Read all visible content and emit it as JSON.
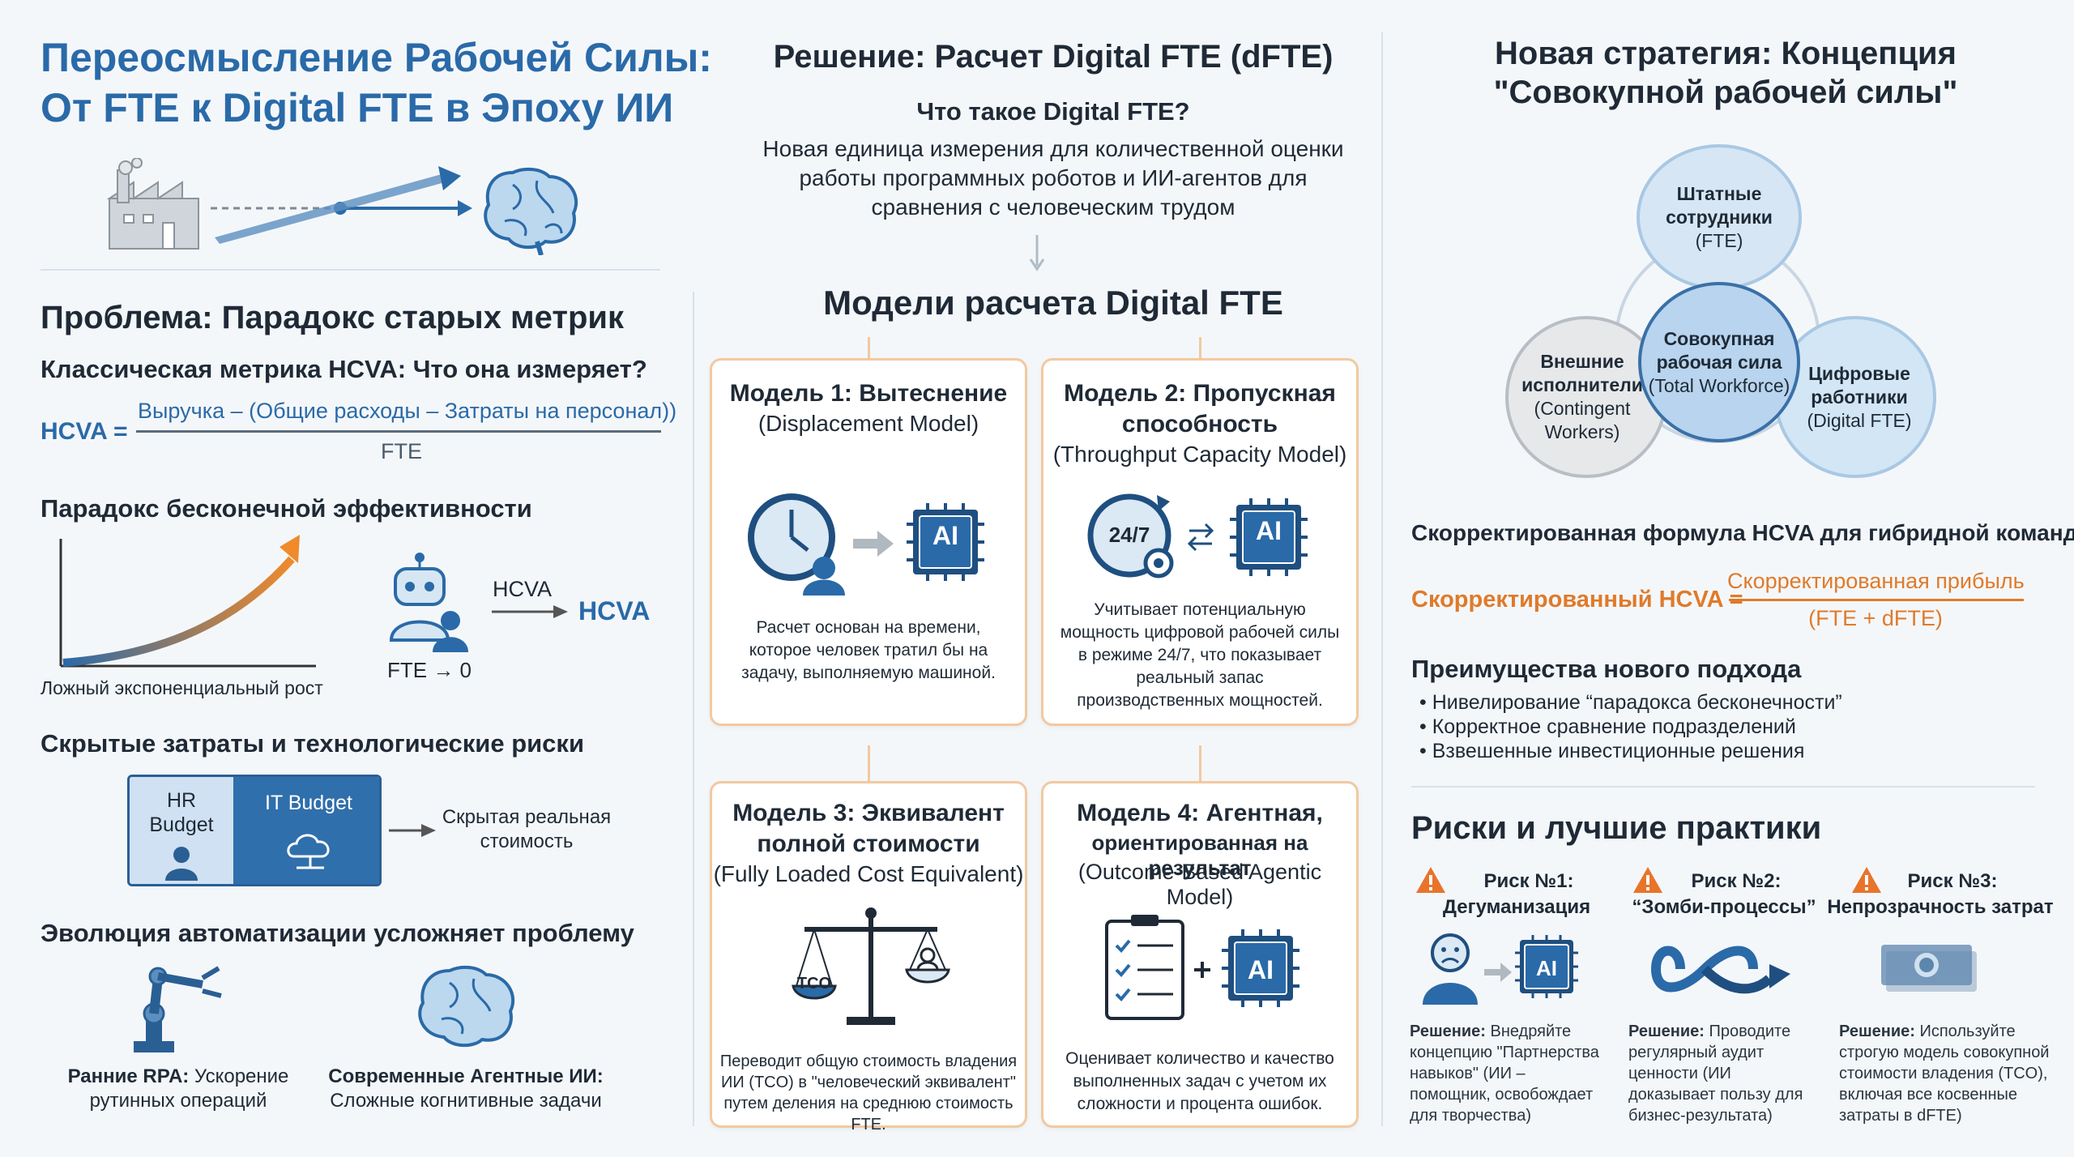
{
  "colors": {
    "accent_blue": "#2a6aa8",
    "accent_orange": "#e07a2a",
    "card_border": "#f2c9a0",
    "dark": "#1f2a36"
  },
  "left": {
    "main_title_1": "Переосмысление Рабочей Силы:",
    "main_title_2": "От FTE к Digital FTE в Эпоху ИИ",
    "problem_heading": "Проблема: Парадокс старых метрик",
    "hcva_question": "Классическая метрика HCVA: Что она измеряет?",
    "hcva_label": "HCVA =",
    "hcva_numerator": "Выручка – (Общие расходы – Затраты на персонал))",
    "hcva_denominator": "FTE",
    "paradox_heading": "Парадокс бесконечной эффективности",
    "false_growth": "Ложный экспоненциальный рост",
    "hcva_small": "HCVA",
    "hcva_big": "HCVA",
    "fte_zero": "FTE → 0",
    "hidden_heading": "Скрытые затраты и технологические риски",
    "hr_budget": "HR Budget",
    "it_budget": "IT Budget",
    "hidden_real_cost": "Скрытая реальная стоимость",
    "evolution_heading": "Эволюция автоматизации усложняет проблему",
    "early_rpa_bold": "Ранние RPA:",
    "early_rpa_text": " Ускорение",
    "early_rpa_text2": "рутинных операций",
    "modern_ai_bold": "Современные Агентные ИИ:",
    "modern_ai_text": "Сложные когнитивные задачи"
  },
  "middle": {
    "solution_heading": "Решение: Расчет Digital FTE (dFTE)",
    "what_is": "Что такое Digital FTE?",
    "definition_1": "Новая единица измерения для количественной оценки",
    "definition_2": "работы программных роботов и ИИ-агентов для",
    "definition_3": "сравнения с человеческим трудом",
    "models_heading": "Модели расчета Digital FTE",
    "models": [
      {
        "title_1": "Модель 1: Вытеснение",
        "title_2": "(Displacement Model)",
        "title_3": "",
        "desc": [
          "Расчет основан на времени,",
          "которое человек тратил бы на",
          "задачу, выполняемую машиной."
        ]
      },
      {
        "title_1": "Модель 2: Пропускная",
        "title_2": "способность",
        "title_3": "(Throughput Capacity Model)",
        "desc": [
          "Учитывает потенциальную",
          "мощность цифровой рабочей силы",
          "в режиме 24/7, что показывает",
          "реальный запас",
          "производственных мощностей."
        ]
      },
      {
        "title_1": "Модель 3: Эквивалент",
        "title_2": "полной стоимости",
        "title_3": "(Fully Loaded Cost Equivalent)",
        "desc": [
          "Переводит общую стоимость владения",
          "ИИ (TCO) в \"человеческий эквивалент\"",
          "путем деления на среднюю стоимость",
          "FTE."
        ]
      },
      {
        "title_1": "Модель 4: Агентная,",
        "title_2": "ориентированная на результат",
        "title_3": "(Outcome-Based Agentic Model)",
        "desc": [
          "Оценивает количество и качество",
          "выполненных задач с учетом их",
          "сложности и процента ошибок."
        ]
      }
    ],
    "ai_chip": "AI",
    "clock_label": "24/7",
    "tco_label": "TCO"
  },
  "right": {
    "strategy_1": "Новая стратегия: Концепция",
    "strategy_2": "\"Совокупной рабочей силы\"",
    "venn_top": [
      "Штатные",
      "сотрудники",
      "(FTE)"
    ],
    "venn_center": [
      "Совокупная",
      "рабочая сила",
      "(Total Workforce)"
    ],
    "venn_left": [
      "Внешние",
      "исполнители",
      "(Contingent",
      "Workers)"
    ],
    "venn_right": [
      "Цифровые",
      "работники",
      "(Digital FTE)"
    ],
    "adj_formula_heading": "Скорректированная формула HCVA для гибридной команды",
    "adj_label": "Скорректированный HCVA =",
    "adj_numerator": "Скорректированная прибыль",
    "adj_denominator": "(FTE + dFTE)",
    "benefits_heading": "Преимущества нового подхода",
    "benefits": [
      "• Нивелирование “парадокса бесконечности”",
      "• Корректное сравнение подразделений",
      "• Взвешенные инвестиционные решения"
    ],
    "risks_heading": "Риски и лучшие практики",
    "risks": [
      {
        "t1": "Риск №1:",
        "t2": "Дегуманизация",
        "sol_bold": "Решение:",
        "sol": [
          " Внедряйте",
          "концепцию \"Партнерства",
          "навыков\" (ИИ –",
          "помощник, освобождает",
          "для творчества)"
        ]
      },
      {
        "t1": "Риск №2:",
        "t2": "“Зомби-процессы”",
        "sol_bold": "Решение:",
        "sol": [
          " Проводите",
          "регулярный аудит",
          "ценности (ИИ",
          "доказывает пользу для",
          "бизнес-результата)"
        ]
      },
      {
        "t1": "Риск №3:",
        "t2": "Непрозрачность затрат",
        "sol_bold": "Решение:",
        "sol": [
          " Используйте",
          "строгую модель совокупной",
          "стоимости владения (TCO),",
          "включая все косвенные",
          "затраты в dFTE)"
        ]
      }
    ]
  }
}
